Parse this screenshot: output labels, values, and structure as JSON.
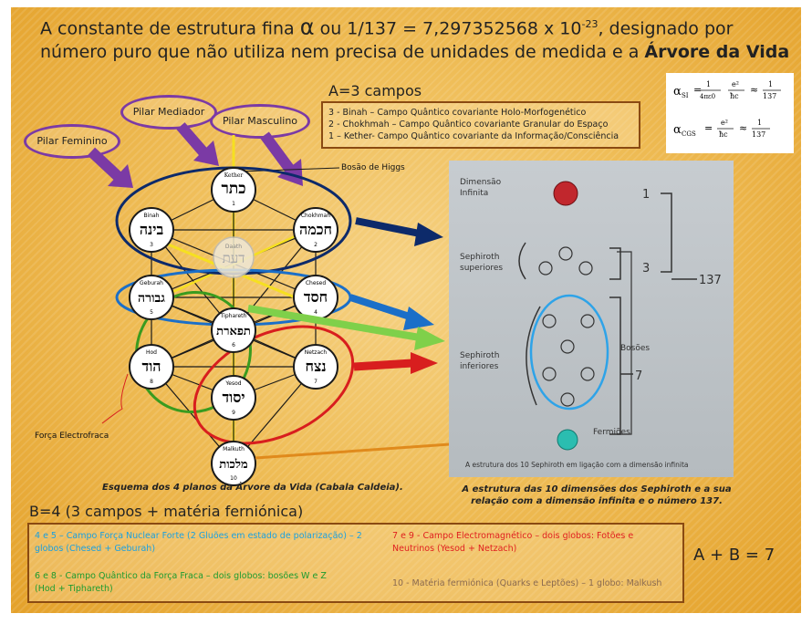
{
  "title": {
    "part1": "A constante de estrutura fina ",
    "alpha": "α",
    "part2": " ou 1/137 = 7,297352568 x 10",
    "exp": "-23",
    "part3": ", designado por número puro que não utiliza nem precisa de unidades de medida e a ",
    "bold": "Árvore da Vida"
  },
  "formula": {
    "si_label": "α",
    "si_sub": "SI",
    "si_expr": "= 1/4πε0 · e²/ħc ≈ 1/137",
    "cgs_label": "α",
    "cgs_sub": "CGS",
    "cgs_expr": "= e²/ħc ≈ 1/137"
  },
  "a_campos": {
    "header": "A=3 campos",
    "items": [
      "3 - Binah – Campo Quântico covariante Holo-Morfogenético",
      "2 - Chokhmah – Campo Quântico covariante Granular do Espaço",
      "1 – Kether- Campo Quântico covariante da Informação/Consciência"
    ]
  },
  "pillars": {
    "feminino": "Pilar Feminino",
    "mediador": "Pilar Mediador",
    "masculino": "Pilar Masculino"
  },
  "labels": {
    "higgs": "Bosão de Higgs",
    "electrofraca": "Força Electrofraca"
  },
  "sephiroth": [
    {
      "name": "Kether",
      "hebrew": "כתר",
      "num": "1"
    },
    {
      "name": "Chokhmah",
      "hebrew": "חכמה",
      "num": "2"
    },
    {
      "name": "Binah",
      "hebrew": "בינה",
      "num": "3"
    },
    {
      "name": "Daath",
      "hebrew": "דעת",
      "num": ""
    },
    {
      "name": "Chesed",
      "hebrew": "חסד",
      "num": "4"
    },
    {
      "name": "Geburah",
      "hebrew": "גבורה",
      "num": "5"
    },
    {
      "name": "Tiphareth",
      "hebrew": "תפארת",
      "num": "6"
    },
    {
      "name": "Netzach",
      "hebrew": "נצח",
      "num": "7"
    },
    {
      "name": "Hod",
      "hebrew": "הוד",
      "num": "8"
    },
    {
      "name": "Yesod",
      "hebrew": "יסוד",
      "num": "9"
    },
    {
      "name": "Malkuth",
      "hebrew": "מלכות",
      "num": "10"
    }
  ],
  "right_panel": {
    "dim_infinita": "Dimensão\nInfinita",
    "sup": "Sephiroth\nsuperiores",
    "inf": "Sephiroth\ninferiores",
    "n1": "1",
    "n3": "3",
    "n137": "137",
    "n7": "7",
    "bosoes": "Bosões",
    "fermioes": "Fermiões",
    "caption": "A estrutura dos 10 Sephiroth em ligação com a dimensão infinita"
  },
  "caption_left": "Esquema dos 4 planos da Árvore da Vida (Cabala Caldeia).",
  "caption_right": "A estrutura das 10 dimensões dos Sephiroth e a sua relação com a dimensão infinita e o número 137.",
  "b_campos": {
    "header": "B=4 (3 campos + matéria ferniónica)",
    "items": [
      {
        "text": "4 e 5 – Campo Força Nuclear Forte (2 Gluões em estado de polarização) – 2 globos (Chesed + Geburah)",
        "color": "#1aa0e0"
      },
      {
        "text": "6 e 8 - Campo Quântico da Força Fraca – dois globos: bosões W e Z (Hod + Tiphareth)",
        "color": "#1c9b30"
      },
      {
        "text": "7 e 9 - Campo Electromagnético – dois globos: Fotões e Neutrinos (Yesod + Netzach)",
        "color": "#e02020"
      },
      {
        "text": "10 - Matéria fermiónica (Quarks e Leptões) – 1 globo: Malkush",
        "color": "#8a6a50"
      }
    ]
  },
  "a_plus_b": "A + B = 7",
  "colors": {
    "background": "#e9a72b",
    "navy": "#0d2a6a",
    "blue": "#1b6fc8",
    "green": "#3a9b1f",
    "red": "#d81e1e",
    "purple": "#7b3aa5",
    "yellow": "#f6e020"
  }
}
